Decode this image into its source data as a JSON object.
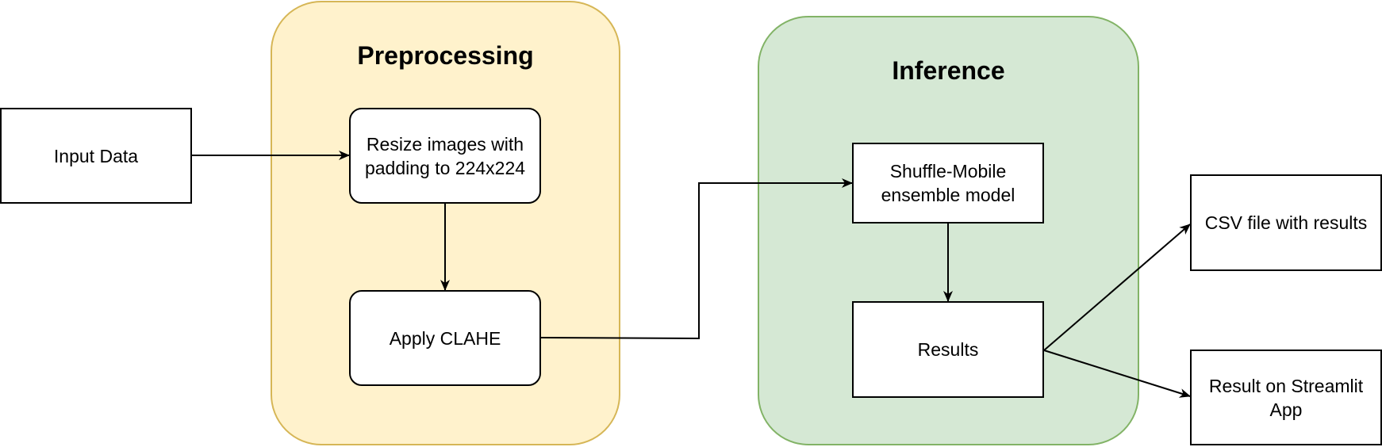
{
  "colors": {
    "preprocessing_fill": "#fff2cc",
    "preprocessing_stroke": "#d6b656",
    "inference_fill": "#d5e8d4",
    "inference_stroke": "#82b366",
    "stroke": "#000000"
  },
  "groups": {
    "preprocessing": {
      "title": "Preprocessing"
    },
    "inference": {
      "title": "Inference"
    }
  },
  "nodes": {
    "input_data": "Input Data",
    "resize": "Resize images with padding to 224x224",
    "clahe": "Apply CLAHE",
    "model": "Shuffle-Mobile ensemble model",
    "results": "Results",
    "csv": "CSV file with results",
    "streamlit": "Result on Streamlit App"
  },
  "edges": [
    {
      "from": "input_data",
      "to": "resize"
    },
    {
      "from": "resize",
      "to": "clahe"
    },
    {
      "from": "clahe",
      "to": "model"
    },
    {
      "from": "model",
      "to": "results"
    },
    {
      "from": "results",
      "to": "csv"
    },
    {
      "from": "results",
      "to": "streamlit"
    }
  ]
}
